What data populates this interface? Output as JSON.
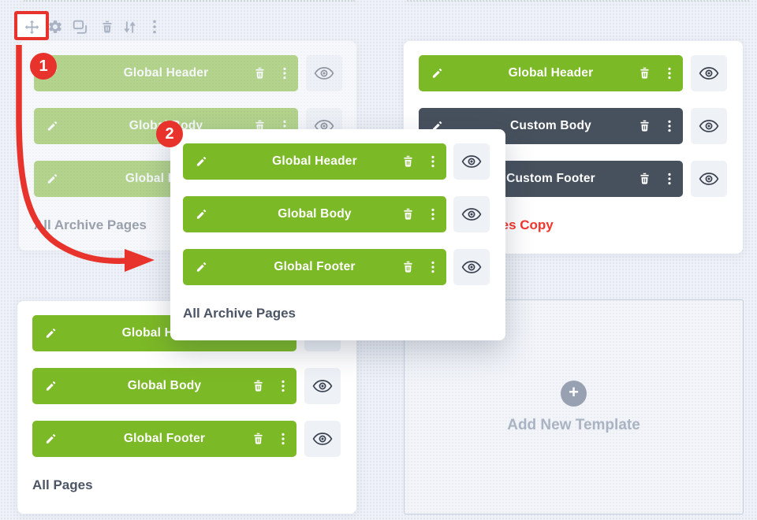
{
  "toolbar": {
    "icons": [
      {
        "name": "move-icon"
      },
      {
        "name": "settings-icon"
      },
      {
        "name": "duplicate-icon"
      },
      {
        "name": "delete-icon"
      },
      {
        "name": "sort-icon"
      },
      {
        "name": "more-icon"
      }
    ]
  },
  "row_actions": {
    "edit": "edit-pencil-icon",
    "delete": "trash-icon",
    "more": "kebab-icon",
    "visibility": "eye-icon"
  },
  "annotations": {
    "badge_1": "1",
    "badge_2": "2",
    "annotation_color": "#e8332d"
  },
  "cards": {
    "archive_source": {
      "title": "All Archive Pages",
      "rows": [
        {
          "label": "Global Header",
          "variant": "global"
        },
        {
          "label": "Global Body",
          "variant": "global"
        },
        {
          "label": "Global Footer",
          "variant": "global"
        }
      ]
    },
    "pages_copy": {
      "title": "All Pages Copy",
      "title_color": "#f5352b",
      "rows": [
        {
          "label": "Global Header",
          "variant": "global"
        },
        {
          "label": "Custom Body",
          "variant": "custom"
        },
        {
          "label": "Custom Footer",
          "variant": "custom"
        }
      ]
    },
    "archive_drag": {
      "title": "All Archive Pages",
      "rows": [
        {
          "label": "Global Header",
          "variant": "global"
        },
        {
          "label": "Global Body",
          "variant": "global"
        },
        {
          "label": "Global Footer",
          "variant": "global"
        }
      ]
    },
    "all_pages": {
      "title": "All Pages",
      "rows": [
        {
          "label": "Global Header",
          "variant": "global"
        },
        {
          "label": "Global Body",
          "variant": "global"
        },
        {
          "label": "Global Footer",
          "variant": "global"
        }
      ]
    }
  },
  "add_new": {
    "label": "Add New Template",
    "plus_glyph": "+"
  },
  "colors": {
    "global_green": "#7cb926",
    "custom_dark": "#47505d",
    "page_background": "#eef1f7",
    "card_background": "#ffffff",
    "eye_button_bg": "#eef1f6",
    "icon_gray": "#a9b3c4",
    "label_dark": "#4b5565",
    "annotation_red": "#e8332d",
    "red_label": "#f5352b"
  }
}
